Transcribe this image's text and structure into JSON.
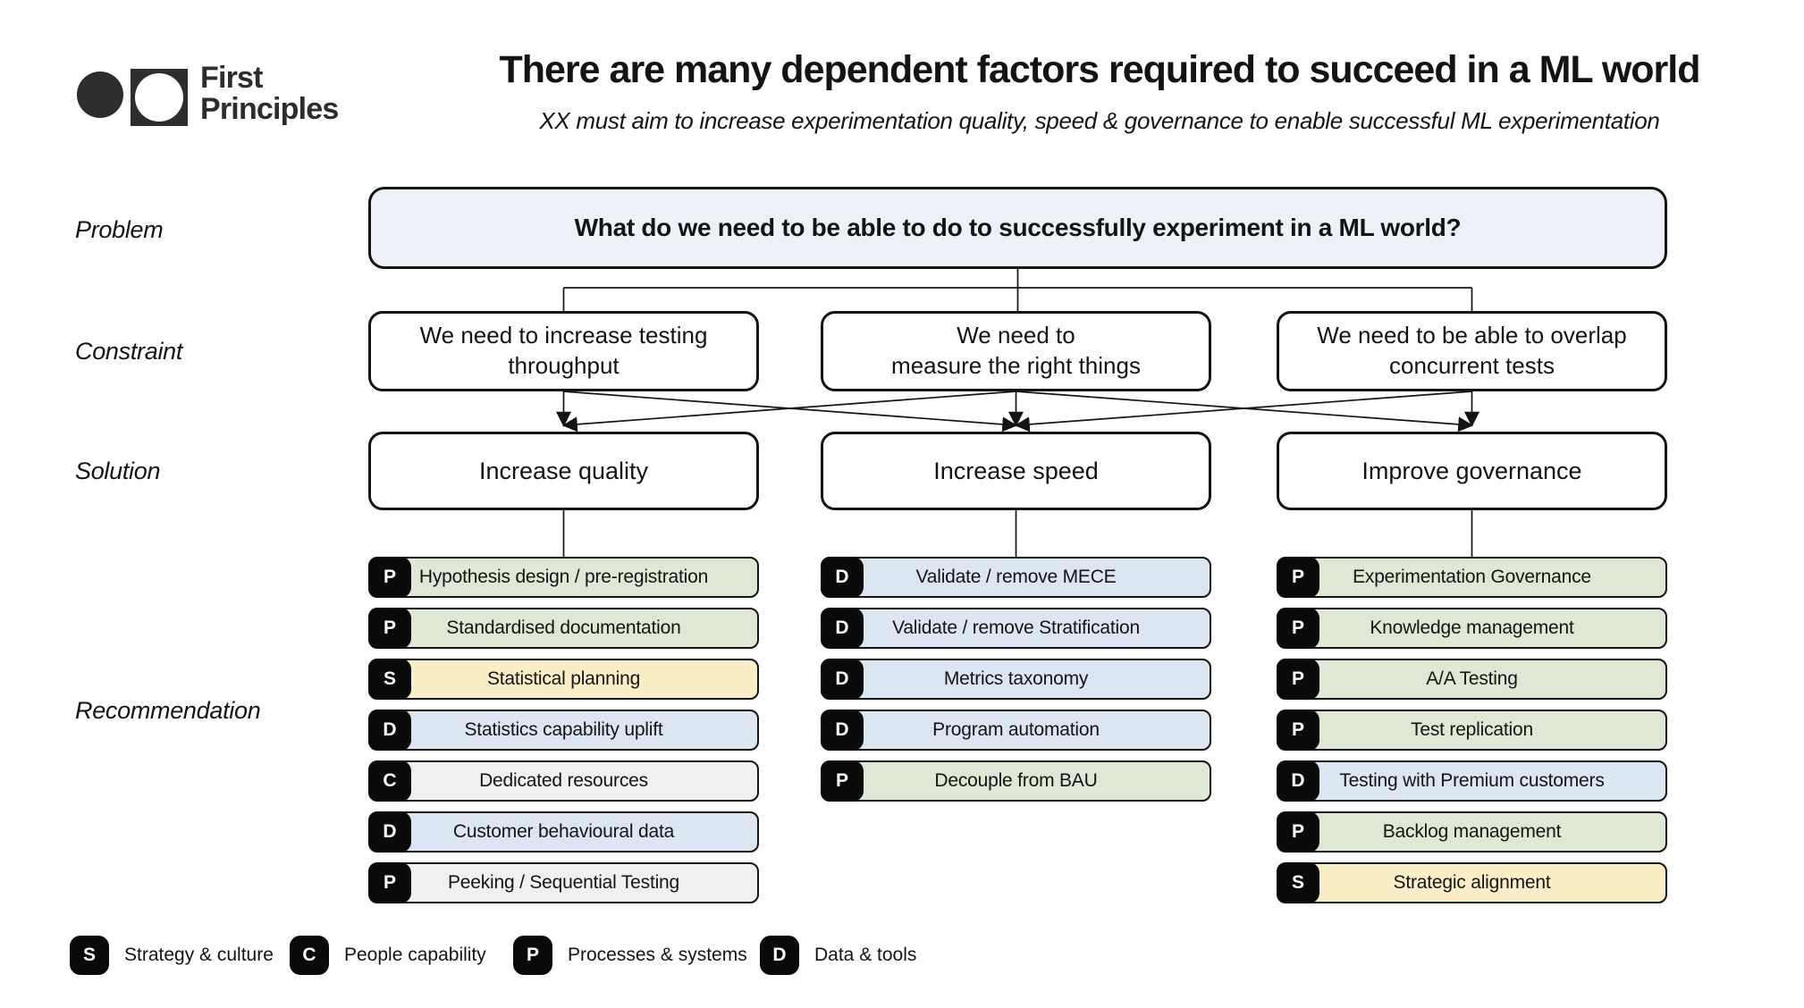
{
  "header": {
    "logo_line1": "First",
    "logo_line2": "Principles",
    "title": "There are many dependent factors required to succeed in a ML world",
    "subtitle": "XX must aim to increase experimentation quality, speed & governance to enable successful ML experimentation"
  },
  "row_labels": {
    "problem": "Problem",
    "constraint": "Constraint",
    "solution": "Solution",
    "recommendation": "Recommendation"
  },
  "problem_box": {
    "label": "What do we need to be able to do to successfully experiment in a ML world?"
  },
  "constraints": [
    {
      "label": "We need to increase testing\nthroughput"
    },
    {
      "label": "We need to\nmeasure the right things"
    },
    {
      "label": "We need to be able to overlap\nconcurrent tests"
    }
  ],
  "solutions": [
    {
      "label": "Increase quality"
    },
    {
      "label": "Increase speed"
    },
    {
      "label": "Improve governance"
    }
  ],
  "edges_constraint_to_solution": [
    [
      0,
      1
    ],
    [
      0,
      1,
      2
    ],
    [
      1,
      2
    ]
  ],
  "recommendation_columns": [
    {
      "solution": "Increase quality",
      "items": [
        {
          "badge": "P",
          "label": "Hypothesis design / pre-registration",
          "color": "green"
        },
        {
          "badge": "P",
          "label": "Standardised documentation",
          "color": "green"
        },
        {
          "badge": "S",
          "label": "Statistical planning",
          "color": "yellow"
        },
        {
          "badge": "D",
          "label": "Statistics capability uplift",
          "color": "blue"
        },
        {
          "badge": "C",
          "label": "Dedicated resources",
          "color": "gray"
        },
        {
          "badge": "D",
          "label": "Customer behavioural data",
          "color": "blue"
        },
        {
          "badge": "P",
          "label": "Peeking / Sequential Testing",
          "color": "gray"
        }
      ]
    },
    {
      "solution": "Increase speed",
      "items": [
        {
          "badge": "D",
          "label": "Validate / remove MECE",
          "color": "blue"
        },
        {
          "badge": "D",
          "label": "Validate / remove Stratification",
          "color": "blue"
        },
        {
          "badge": "D",
          "label": "Metrics taxonomy",
          "color": "blue"
        },
        {
          "badge": "D",
          "label": "Program automation",
          "color": "blue"
        },
        {
          "badge": "P",
          "label": "Decouple from BAU",
          "color": "green"
        }
      ]
    },
    {
      "solution": "Improve governance",
      "items": [
        {
          "badge": "P",
          "label": "Experimentation Governance",
          "color": "green"
        },
        {
          "badge": "P",
          "label": "Knowledge management",
          "color": "green"
        },
        {
          "badge": "P",
          "label": "A/A Testing",
          "color": "green"
        },
        {
          "badge": "P",
          "label": "Test replication",
          "color": "green"
        },
        {
          "badge": "D",
          "label": "Testing with Premium customers",
          "color": "blue"
        },
        {
          "badge": "P",
          "label": "Backlog management",
          "color": "green"
        },
        {
          "badge": "S",
          "label": "Strategic alignment",
          "color": "yellow"
        }
      ]
    }
  ],
  "legend": [
    {
      "badge": "S",
      "label": "Strategy & culture"
    },
    {
      "badge": "C",
      "label": "People capability"
    },
    {
      "badge": "P",
      "label": "Processes & systems"
    },
    {
      "badge": "D",
      "label": "Data & tools"
    }
  ],
  "colors": {
    "green": "#dfe8d4",
    "yellow": "#f9eec6",
    "blue": "#dce6f2",
    "gray": "#f0f0ee",
    "problem_fill": "#edf1f7",
    "ink": "#141414",
    "badge": "#0a0a0a"
  }
}
